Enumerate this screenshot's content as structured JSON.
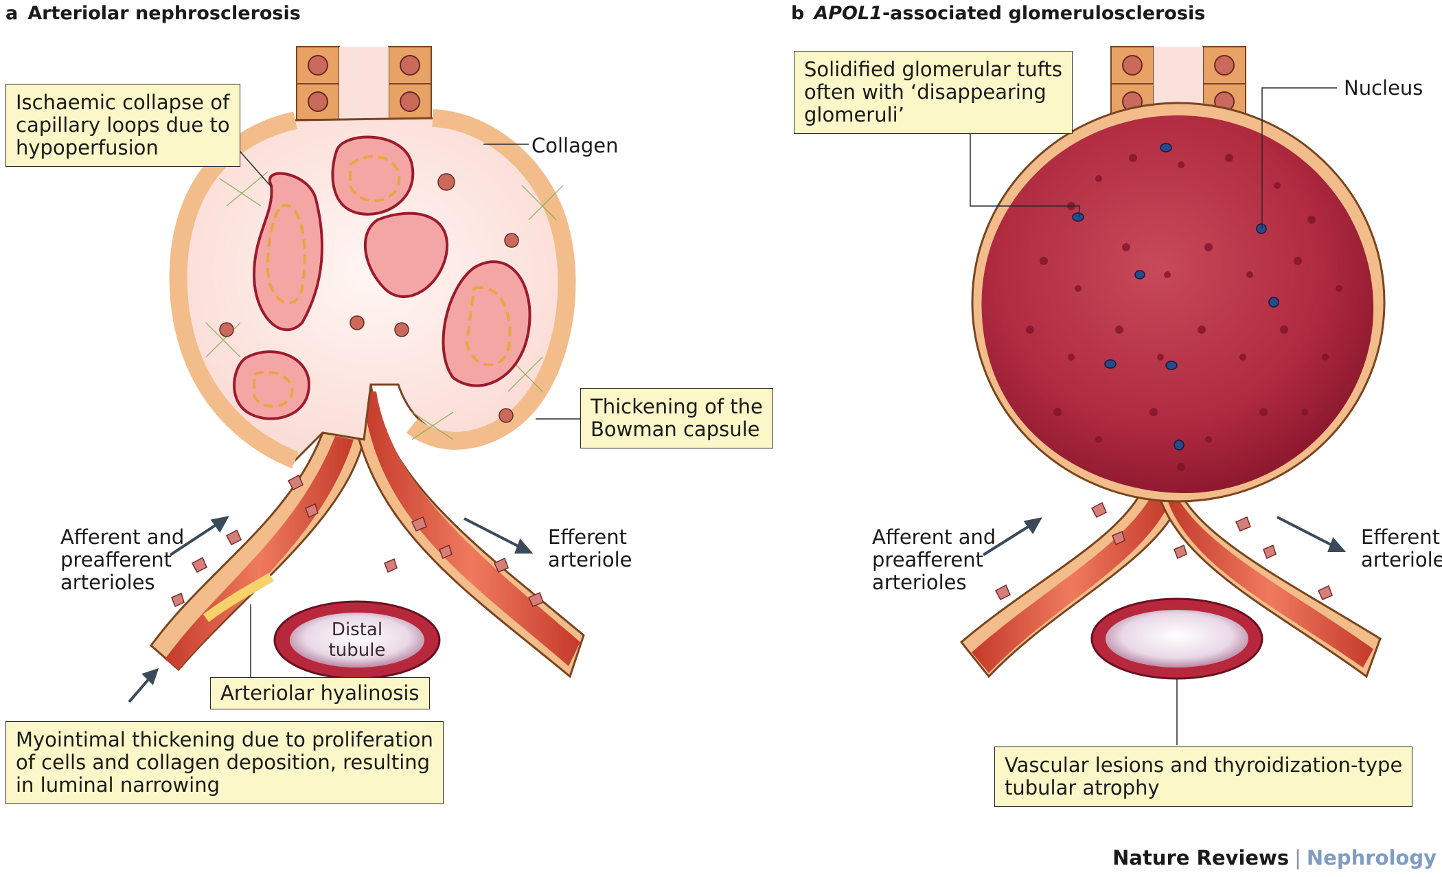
{
  "panel_a": {
    "letter": "a",
    "title": "Arteriolar nephrosclerosis",
    "callout_ischaemic": [
      "Ischaemic collapse of",
      "capillary loops due to",
      "hypoperfusion"
    ],
    "label_collagen": "Collagen",
    "callout_bowman": [
      "Thickening of the",
      "Bowman capsule"
    ],
    "label_afferent": [
      "Afferent and",
      "preafferent",
      "arterioles"
    ],
    "label_efferent": [
      "Efferent",
      "arteriole"
    ],
    "label_tubule": [
      "Distal",
      "tubule"
    ],
    "callout_hyalinosis": "Arteriolar hyalinosis",
    "callout_myointimal": [
      "Myointimal thickening due to proliferation",
      "of cells and collagen deposition, resulting",
      "in luminal narrowing"
    ]
  },
  "panel_b": {
    "letter": "b",
    "title_italic": "APOL1",
    "title_rest": "-associated glomerulosclerosis",
    "callout_solidified": [
      "Solidified glomerular tufts",
      "often with ‘disappearing",
      "glomeruli’"
    ],
    "label_nucleus": "Nucleus",
    "label_afferent": [
      "Afferent and",
      "preafferent",
      "arterioles"
    ],
    "label_efferent": [
      "Efferent",
      "arteriole"
    ],
    "callout_vascular": [
      "Vascular lesions and thyroidization-type",
      "tubular atrophy"
    ]
  },
  "footer": {
    "publisher": "Nature Reviews",
    "separator": "|",
    "journal": "Nephrology"
  },
  "colors": {
    "callout_fill": "#fbf7c8",
    "capsule_orange": "#f2bd8a",
    "capillary_red": "#9c1b2c",
    "vessel_red": "#d9553e",
    "sclerotic_tuft": "#b3283f",
    "nucleus_blue": "#2a4a8c"
  }
}
